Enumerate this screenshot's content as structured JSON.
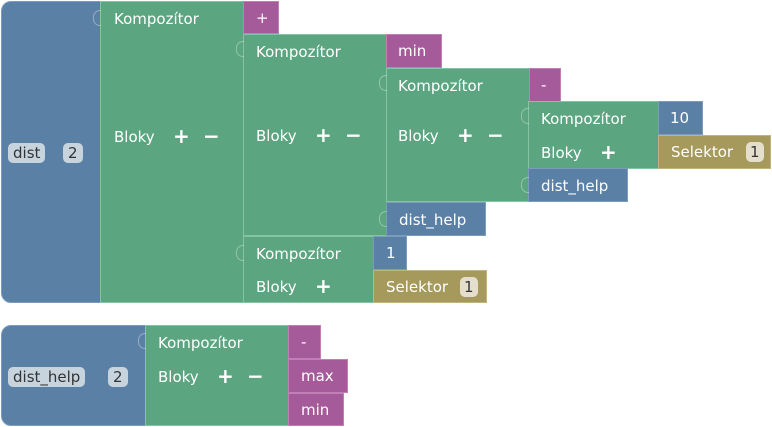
{
  "functions": [
    {
      "name": "dist",
      "arg_count": "2",
      "composer": {
        "label": "Kompozítor",
        "blocks_label": "Bloky",
        "plus": "+",
        "minus": "−",
        "operator": "+",
        "children": [
          {
            "label": "Kompozítor",
            "blocks_label": "Bloky",
            "plus": "+",
            "minus": "−",
            "operator": "min",
            "children": [
              {
                "label": "Kompozítor",
                "blocks_label": "Bloky",
                "plus": "+",
                "minus": "−",
                "operator": "-",
                "children": [
                  {
                    "label": "Kompozítor",
                    "blocks_label": "Bloky",
                    "plus": "+",
                    "operator": "10",
                    "selector": {
                      "label": "Selektor",
                      "value": "1"
                    }
                  },
                  {
                    "call": "dist_help"
                  }
                ]
              },
              {
                "call": "dist_help"
              }
            ]
          },
          {
            "label": "Kompozítor",
            "blocks_label": "Bloky",
            "plus": "+",
            "operator": "1",
            "selector": {
              "label": "Selektor",
              "value": "1"
            }
          }
        ]
      }
    },
    {
      "name": "dist_help",
      "arg_count": "2",
      "composer": {
        "label": "Kompozítor",
        "blocks_label": "Bloky",
        "plus": "+",
        "minus": "−",
        "operator": "-",
        "children": [
          {
            "op": "max"
          },
          {
            "op": "min"
          }
        ]
      }
    }
  ],
  "colors": {
    "function_block": "#5b80a5",
    "composer_block": "#5ba580",
    "operator_block": "#a55b99",
    "selector_block": "#a5995b"
  }
}
